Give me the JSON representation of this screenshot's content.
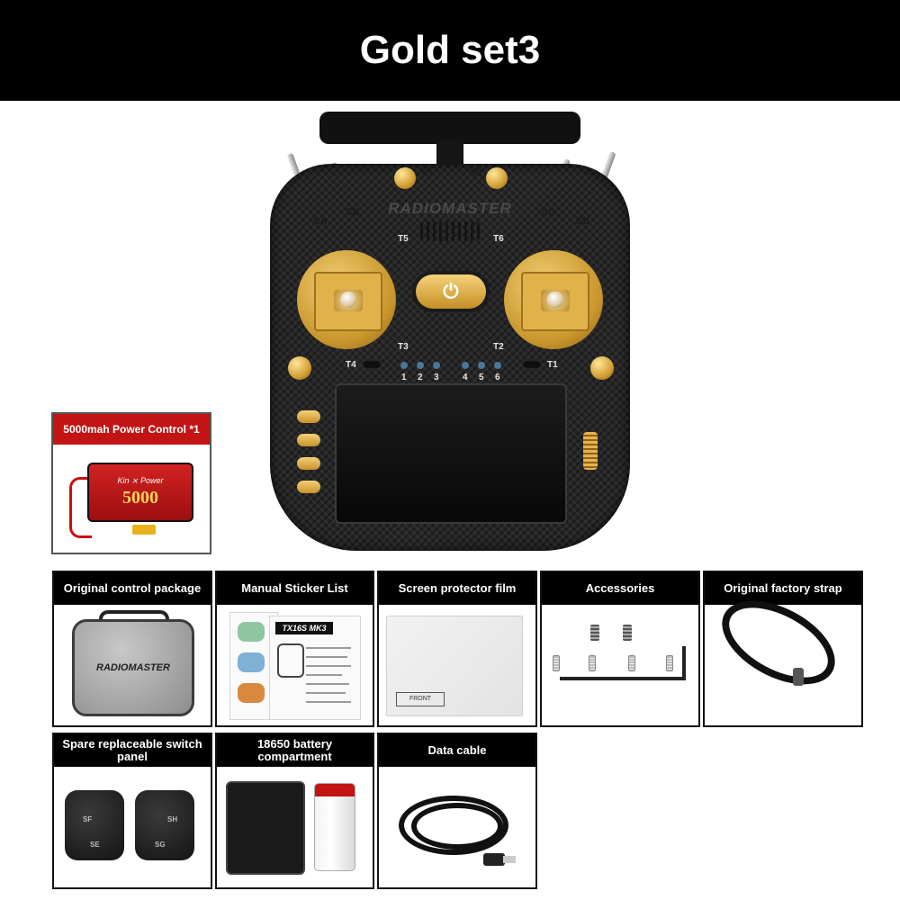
{
  "title": "Gold set3",
  "transmitter": {
    "brand": "RADIOMASTER",
    "switch_labels": {
      "sa": "SA",
      "sb": "SB",
      "sc": "SC",
      "sd": "SD",
      "s1": "S1",
      "s2": "S2"
    },
    "trim_labels": {
      "t1": "T1",
      "t2": "T2",
      "t3": "T3",
      "t4": "T4",
      "t5": "T5",
      "t6": "T6"
    },
    "button_labels": [
      "1",
      "2",
      "3",
      "4",
      "5",
      "6"
    ],
    "power_symbol": "⏻"
  },
  "battery": {
    "heading": "5000mah Power Control *1",
    "pack_brand": "Kin ⨯ Power",
    "pack_capacity": "5000"
  },
  "items": [
    {
      "label": "Original control package",
      "logo": "RADIOMASTER"
    },
    {
      "label": "Manual Sticker List",
      "manual_title": "TX16S MK3"
    },
    {
      "label": "Screen protector film",
      "film_label": "FRONT"
    },
    {
      "label": "Accessories"
    },
    {
      "label": "Original factory strap"
    },
    {
      "label": "Spare replaceable switch panel",
      "switches": [
        "SF",
        "SH",
        "SE",
        "SG"
      ]
    },
    {
      "label": "18650 battery compartment"
    },
    {
      "label": "Data cable"
    }
  ],
  "colors": {
    "gold": "#d4a134",
    "banner": "#000000",
    "battery_header": "#c21414"
  }
}
